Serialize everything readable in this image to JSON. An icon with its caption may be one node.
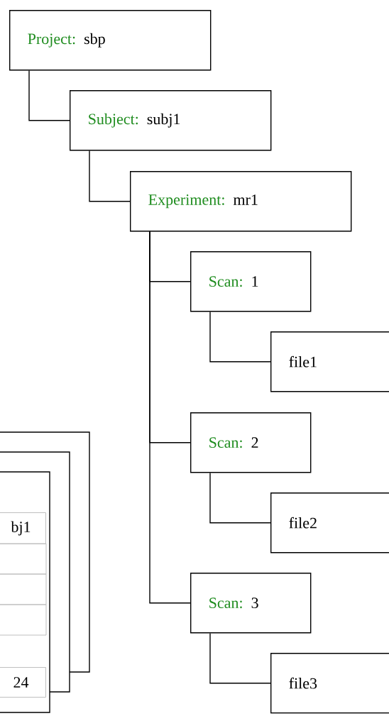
{
  "diagram": {
    "nodes": [
      {
        "text": [
          "Project:",
          "sbp"
        ]
      },
      {
        "text": [
          "Subject:",
          "subj1"
        ]
      },
      {
        "text": [
          "Experiment:",
          "mr1"
        ]
      },
      {
        "text": [
          "Scan:",
          "1"
        ]
      },
      {
        "text": [
          "file1"
        ]
      },
      {
        "text": [
          "Scan:",
          "2"
        ]
      },
      {
        "text": [
          "file2"
        ]
      },
      {
        "text": [
          "Scan:",
          "3"
        ]
      },
      {
        "text": [
          "file3"
        ]
      }
    ],
    "edges": [
      {
        "from": 0,
        "to": 1,
        "arrow": "none"
      },
      {
        "from": 1,
        "to": 2,
        "arrow": "none"
      },
      {
        "from": 2,
        "to": 3,
        "arrow": "none"
      },
      {
        "from": 3,
        "to": 4,
        "arrow": "none"
      },
      {
        "from": 2,
        "to": 5,
        "arrow": "none"
      },
      {
        "from": 5,
        "to": 6,
        "arrow": "none"
      },
      {
        "from": 2,
        "to": 7,
        "arrow": "none"
      },
      {
        "from": 7,
        "to": 8,
        "arrow": "none"
      }
    ],
    "labels": [
      "bj1",
      "24"
    ]
  }
}
